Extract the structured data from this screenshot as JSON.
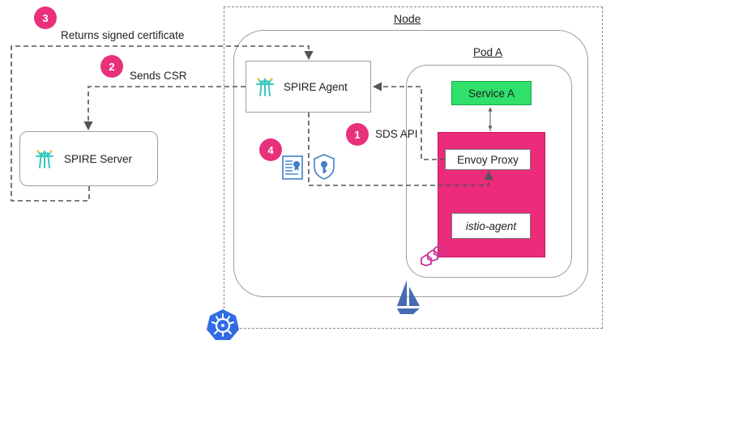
{
  "node": {
    "title": "Node"
  },
  "pod": {
    "title": "Pod A"
  },
  "service": {
    "label": "Service A"
  },
  "envoy": {
    "label": "Envoy Proxy"
  },
  "istio_agent": {
    "label": "istio-agent"
  },
  "spire_agent": {
    "label": "SPIRE Agent"
  },
  "spire_server": {
    "label": "SPIRE Server"
  },
  "steps": [
    {
      "number": "1",
      "label": "SDS API"
    },
    {
      "number": "2",
      "label": "Sends CSR"
    },
    {
      "number": "3",
      "label": "Returns signed certificate"
    },
    {
      "number": "4",
      "label": ""
    }
  ],
  "colors": {
    "service_green": "#2fe06a",
    "pod_magenta": "#ec2b7a",
    "badge_pink": "#e8317a",
    "k8s_blue": "#326ce5",
    "istio_navy": "#466bb0",
    "spire_teal": "#36c8c1"
  },
  "icons": [
    "spire-logo-icon",
    "certificate-icon",
    "key-shield-icon",
    "kubernetes-icon",
    "istio-icon",
    "envoy-icon"
  ]
}
